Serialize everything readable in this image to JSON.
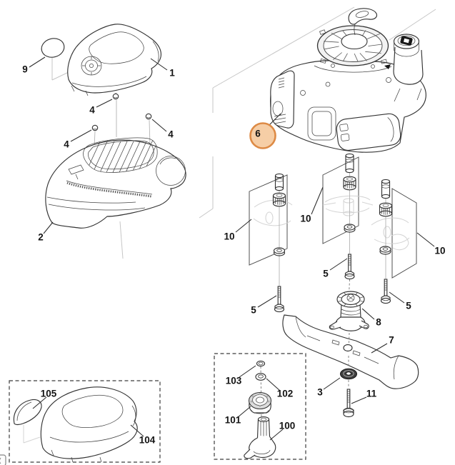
{
  "app": {
    "type": "exploded-parts-diagram",
    "background": "#ffffff"
  },
  "selection": {
    "selected_part_number": "6",
    "highlight_fill": "#f6cea6",
    "highlight_stroke": "#dd8a45"
  },
  "labels": [
    {
      "text": "9"
    },
    {
      "text": "1"
    },
    {
      "text": "4"
    },
    {
      "text": "4"
    },
    {
      "text": "4"
    },
    {
      "text": "2"
    },
    {
      "text": "6"
    },
    {
      "text": "10"
    },
    {
      "text": "10"
    },
    {
      "text": "10"
    },
    {
      "text": "5"
    },
    {
      "text": "5"
    },
    {
      "text": "5"
    },
    {
      "text": "8"
    },
    {
      "text": "7"
    },
    {
      "text": "3"
    },
    {
      "text": "11"
    },
    {
      "text": "103"
    },
    {
      "text": "102"
    },
    {
      "text": "101"
    },
    {
      "text": "100"
    },
    {
      "text": "105"
    },
    {
      "text": "104"
    }
  ]
}
